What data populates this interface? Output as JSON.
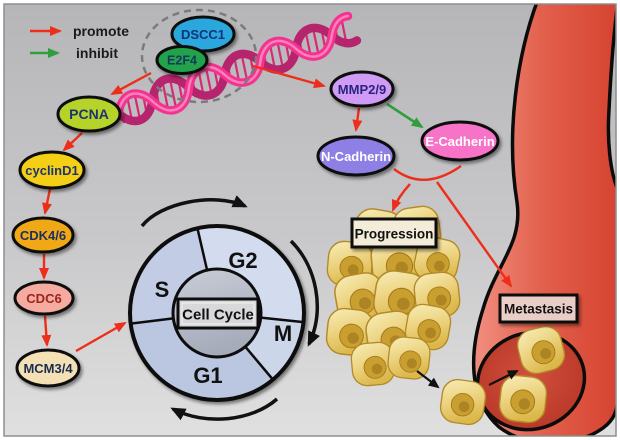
{
  "legend": {
    "promote": "promote",
    "inhibit": "inhibit"
  },
  "nodes": {
    "dscc1": "DSCC1",
    "e2f4": "E2F4",
    "pcna": "PCNA",
    "cyclind1": "cyclinD1",
    "cdk46": "CDK4/6",
    "cdc6": "CDC6",
    "mcm34": "MCM3/4",
    "mmp29": "MMP2/9",
    "ncadherin": "N-Cadherin",
    "ecadherin": "E-Cadherin"
  },
  "cell_cycle": {
    "center_label": "Cell Cycle",
    "phases": {
      "s": "S",
      "g2": "G2",
      "m": "M",
      "g1": "G1"
    }
  },
  "labels": {
    "progression": "Progression",
    "metastasis": "Metastasis"
  },
  "colors": {
    "promote_arrow": "#ee2e1b",
    "inhibit_arrow": "#2f9e3f",
    "dscc1": "#2aa7dc",
    "e2f4": "#23a24c",
    "pcna": "#b6d32b",
    "cyclind1": "#f4cf12",
    "cdk46": "#f0a816",
    "cdc6": "#f5ab9f",
    "mcm34": "#f3e0b4",
    "mmp29": "#d09bf4",
    "ncadherin": "#8d7fe4",
    "ecadherin": "#f673c8",
    "dna": "#f23390",
    "vessel": "#da4531",
    "tumor_cell": "#e8c96a",
    "wheel_ring": "#c7d1e5"
  }
}
